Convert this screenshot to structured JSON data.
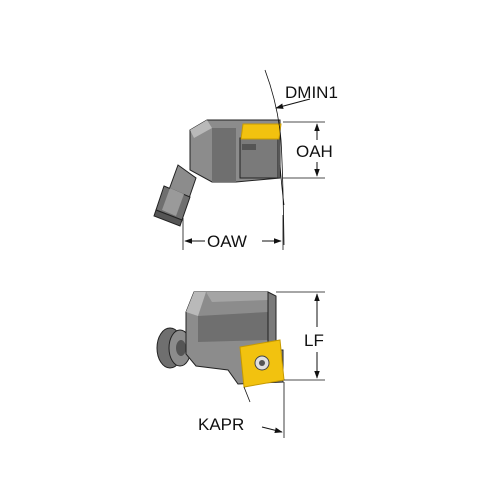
{
  "labels": {
    "dmin1": "DMIN1",
    "oah": "OAH",
    "oaw": "OAW",
    "lf": "LF",
    "kapr": "KAPR"
  },
  "colors": {
    "body_dark": "#6f6f6f",
    "body_mid": "#8c8c8c",
    "body_light": "#b9b9b9",
    "insert_yellow": "#f2c20f",
    "insert_edge": "#c79a00",
    "line": "#111111",
    "background": "#ffffff"
  }
}
